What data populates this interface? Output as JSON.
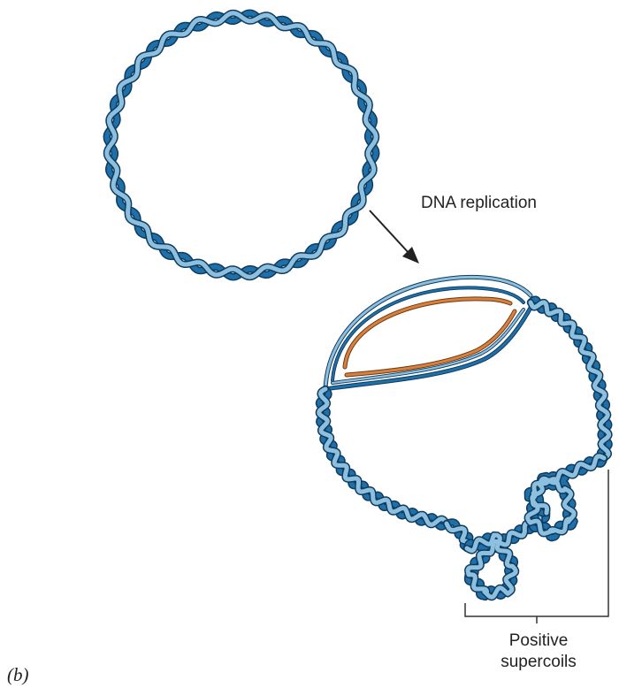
{
  "labels": {
    "replication": "DNA replication",
    "supercoils_line1": "Positive",
    "supercoils_line2": "supercoils",
    "panel": "(b)"
  },
  "colors": {
    "dark_strand": "#1f6fa8",
    "light_strand": "#8dbfdf",
    "outline": "#0f3b5e",
    "new_strand": "#d9803c",
    "arrow": "#222222",
    "bracket": "#333333"
  }
}
